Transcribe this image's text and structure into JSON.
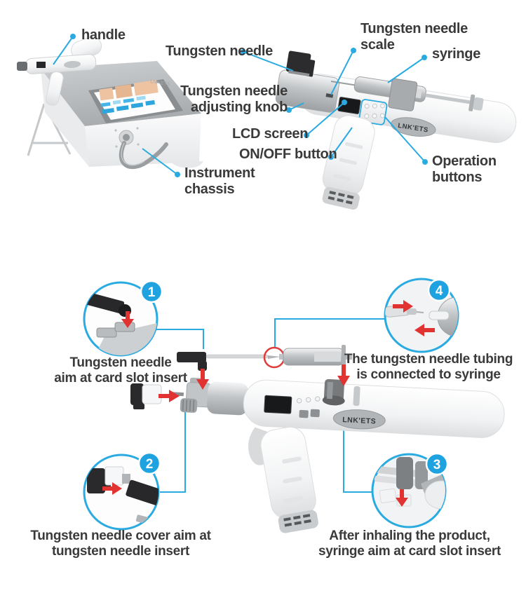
{
  "brand": "LNK'ETS",
  "colors": {
    "accent": "#29abe2",
    "red": "#e23333",
    "label_text": "#3a3a3a"
  },
  "part_labels": {
    "handle": "handle",
    "tungsten_needle": "Tungsten needle",
    "scale_line1": "Tungsten needle",
    "scale_line2": "scale",
    "syringe": "syringe",
    "knob_line1": "Tungsten needle",
    "knob_line2": "adjusting knob",
    "lcd": "LCD screen",
    "onoff": "ON/OFF button",
    "op_line1": "Operation",
    "op_line2": "buttons",
    "chassis_line1": "Instrument",
    "chassis_line2": "chassis"
  },
  "steps": [
    {
      "num": "1",
      "line1": "Tungsten needle",
      "line2": "aim at card slot insert"
    },
    {
      "num": "2",
      "line1": "Tungsten needle cover aim at",
      "line2": "tungsten needle insert"
    },
    {
      "num": "3",
      "line1": "After inhaling the product,",
      "line2": "syringe aim at card slot insert"
    },
    {
      "num": "4",
      "line1": "The tungsten needle tubing",
      "line2": "is connected to syringe"
    }
  ]
}
